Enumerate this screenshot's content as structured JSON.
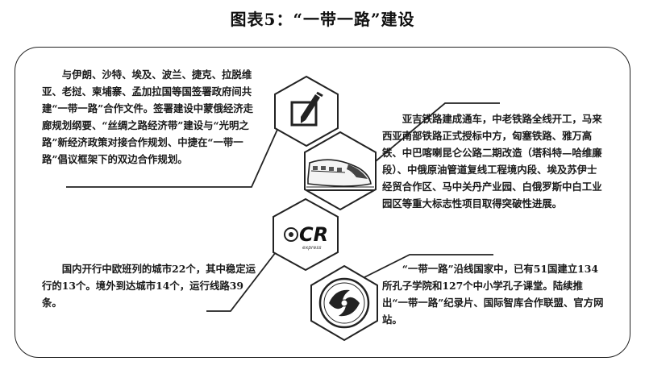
{
  "title": "图表5：“一带一路”建设",
  "blocks": {
    "policy": "与伊朗、沙特、埃及、波兰、捷克、拉脱维亚、老挝、柬埔寨、孟加拉国等国签署政府间共建“一带一路”合作文件。签署建设中蒙俄经济走廊规划纲要、“丝绸之路经济带”建设与“光明之路”新经济政策对接合作规划、中捷在“一带一路”倡议框架下的双边合作规划。",
    "infrastructure": "亚吉铁路建成通车，中老铁路全线开工，马来西亚南部铁路正式授标中方，匈塞铁路、雅万高铁、中巴喀喇昆仑公路二期改造（塔科特—哈维廉段）、中俄原油管道复线工程境内段、埃及苏伊士经贸合作区、马中关丹产业园、白俄罗斯中白工业园区等重大标志性项目取得突破性进展。",
    "rail": "国内开行中欧班列的城市22个，其中稳定运行的13个。境外到达城市14个，运行线路39条。",
    "culture": "“一带一路”沿线国家中，已有51国建立134所孔子学院和127个中小学孔子课堂。陆续推出“一带一路”纪录片、国际智库合作联盟、官方网站。"
  },
  "icons": {
    "cr_logo_text": "CR",
    "cr_logo_sub": "express"
  }
}
